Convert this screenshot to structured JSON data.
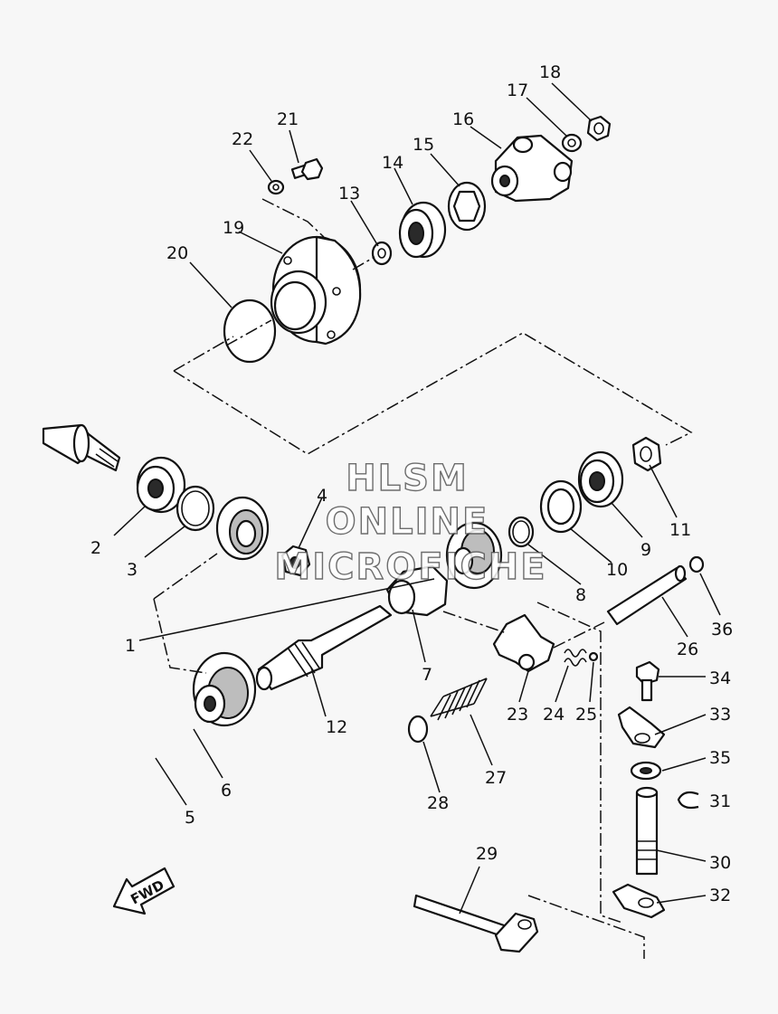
{
  "callouts": [
    "1",
    "2",
    "3",
    "4",
    "5",
    "6",
    "7",
    "8",
    "9",
    "10",
    "11",
    "12",
    "13",
    "14",
    "15",
    "16",
    "17",
    "18",
    "19",
    "20",
    "21",
    "22",
    "23",
    "24",
    "25",
    "26",
    "27",
    "28",
    "29",
    "30",
    "31",
    "32",
    "33",
    "34",
    "35",
    "36"
  ],
  "watermark": {
    "line1": "HLSM",
    "line2": "ONLINE",
    "line3": "MICROFICHE"
  },
  "direction_arrow": {
    "label": "FWD",
    "icon": "fwd-arrow-icon"
  }
}
